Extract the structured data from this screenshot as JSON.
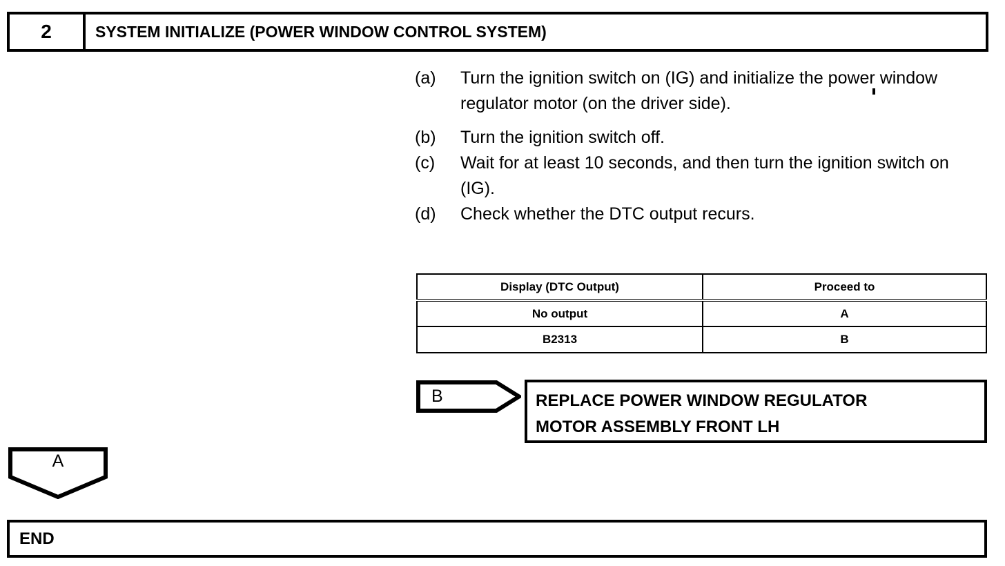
{
  "step": {
    "number": "2",
    "title": "SYSTEM INITIALIZE (POWER WINDOW CONTROL SYSTEM)"
  },
  "instructions": [
    {
      "marker": "(a)",
      "text": "Turn the ignition switch on (IG) and initialize the power window regulator motor (on the driver side)."
    },
    {
      "marker": "(b)",
      "text": "Turn the ignition switch off."
    },
    {
      "marker": "(c)",
      "text": "Wait for at least 10 seconds, and then turn the ignition switch on (IG)."
    },
    {
      "marker": "(d)",
      "text": "Check whether the DTC output recurs."
    }
  ],
  "result_table": {
    "headers": [
      "Display (DTC Output)",
      "Proceed to"
    ],
    "rows": [
      [
        "No output",
        "A"
      ],
      [
        "B2313",
        "B"
      ]
    ]
  },
  "connector_b": {
    "label": "B"
  },
  "replace_action": {
    "line1": "REPLACE POWER WINDOW REGULATOR",
    "line2": "MOTOR ASSEMBLY FRONT LH"
  },
  "connector_a": {
    "label": "A"
  },
  "end_box": {
    "label": "END"
  },
  "colors": {
    "ink": "#000000",
    "paper": "#ffffff"
  }
}
